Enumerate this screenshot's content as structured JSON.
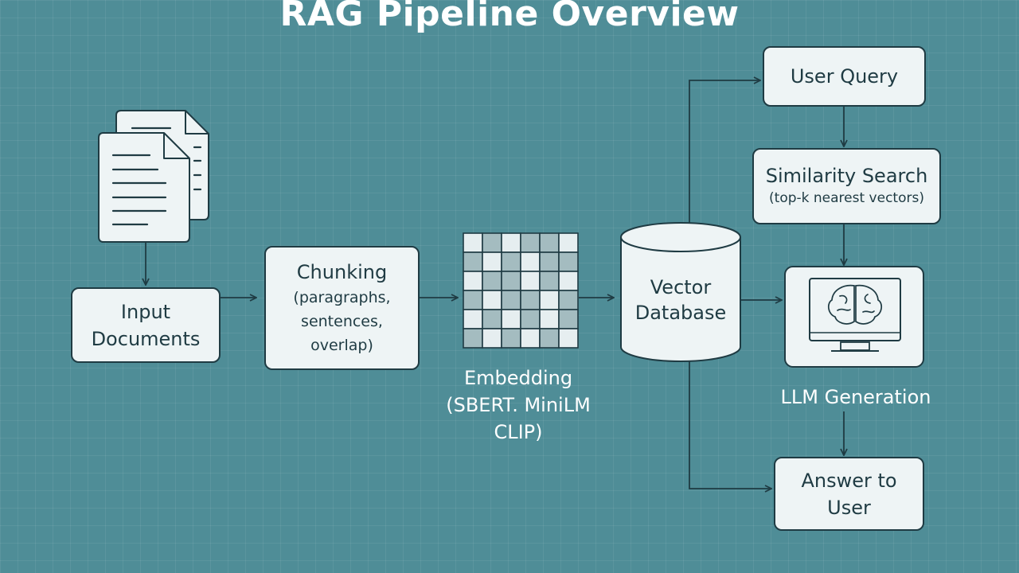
{
  "title": "RAG Pipeline Overview",
  "nodes": {
    "input_documents": {
      "label": "Input\nDocuments"
    },
    "chunking": {
      "label": "Chunking",
      "detail": "(paragraphs,\nsentences,\noverlap)"
    },
    "embedding": {
      "label": "Embedding\n(SBERT. MiniLM\nCLIP)"
    },
    "vector_database": {
      "label": "Vector\nDatabase"
    },
    "user_query": {
      "label": "User Query"
    },
    "similarity_search": {
      "label": "Similarity Search",
      "detail": "(top-k nearest vectors)"
    },
    "llm_generation": {
      "label": "LLM Generation"
    },
    "answer": {
      "label": "Answer to\nUser"
    }
  },
  "icons": {
    "documents": "documents-icon",
    "embedding_grid": "embedding-matrix-icon",
    "database": "database-cylinder-icon",
    "llm": "monitor-brain-icon"
  },
  "colors": {
    "background": "#4f8d97",
    "box_fill": "#eef4f5",
    "stroke": "#1f3b43",
    "title": "#ffffff",
    "grid_dark": "#a4bcc0",
    "grid_light": "#e6eef0"
  }
}
